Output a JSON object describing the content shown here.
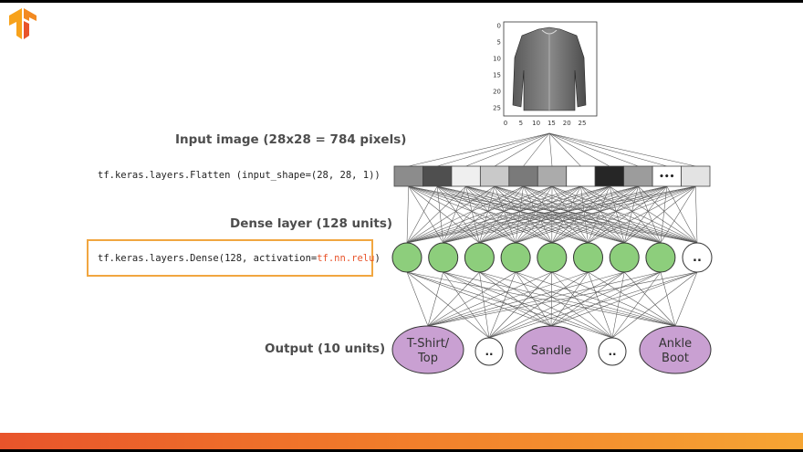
{
  "labels": {
    "input": "Input image (28x28 = 784 pixels)",
    "dense": "Dense layer (128 units)",
    "output": "Output (10 units)"
  },
  "code": {
    "flatten": "tf.keras.layers.Flatten (input_shape=(28, 28, 1))",
    "dense_prefix": "tf.keras.layers.Dense(128, activation=",
    "dense_activation": "tf.nn.relu",
    "dense_suffix": ")"
  },
  "image_axes": {
    "y_ticks": [
      "0",
      "5",
      "10",
      "15",
      "20",
      "25"
    ],
    "x_ticks": [
      "0",
      "5",
      "10",
      "15",
      "20",
      "25"
    ]
  },
  "flatten_cells": [
    "#8c8c8c",
    "#4f4f4f",
    "#efefef",
    "#c9c9c9",
    "#7a7a7a",
    "#ababab",
    "#ffffff",
    "#262626",
    "#9c9c9c",
    "...",
    "#e3e3e3"
  ],
  "dense_nodes": {
    "count_shown": 8,
    "ellipsis": "..",
    "color": "#8dce7c"
  },
  "output_nodes": [
    {
      "label": "T-Shirt/\nTop",
      "type": "class"
    },
    {
      "label": "..",
      "type": "ellipsis"
    },
    {
      "label": "Sandle",
      "type": "class"
    },
    {
      "label": "..",
      "type": "ellipsis"
    },
    {
      "label": "Ankle\nBoot",
      "type": "class"
    }
  ],
  "colors": {
    "brand_orange": "#f17a2a",
    "output_purple": "#c9a0d2",
    "dense_green": "#8dce7c",
    "highlight_border": "#f1a640"
  },
  "icons": {
    "logo": "tensorflow-logo-icon",
    "image": "shirt-image-icon"
  }
}
